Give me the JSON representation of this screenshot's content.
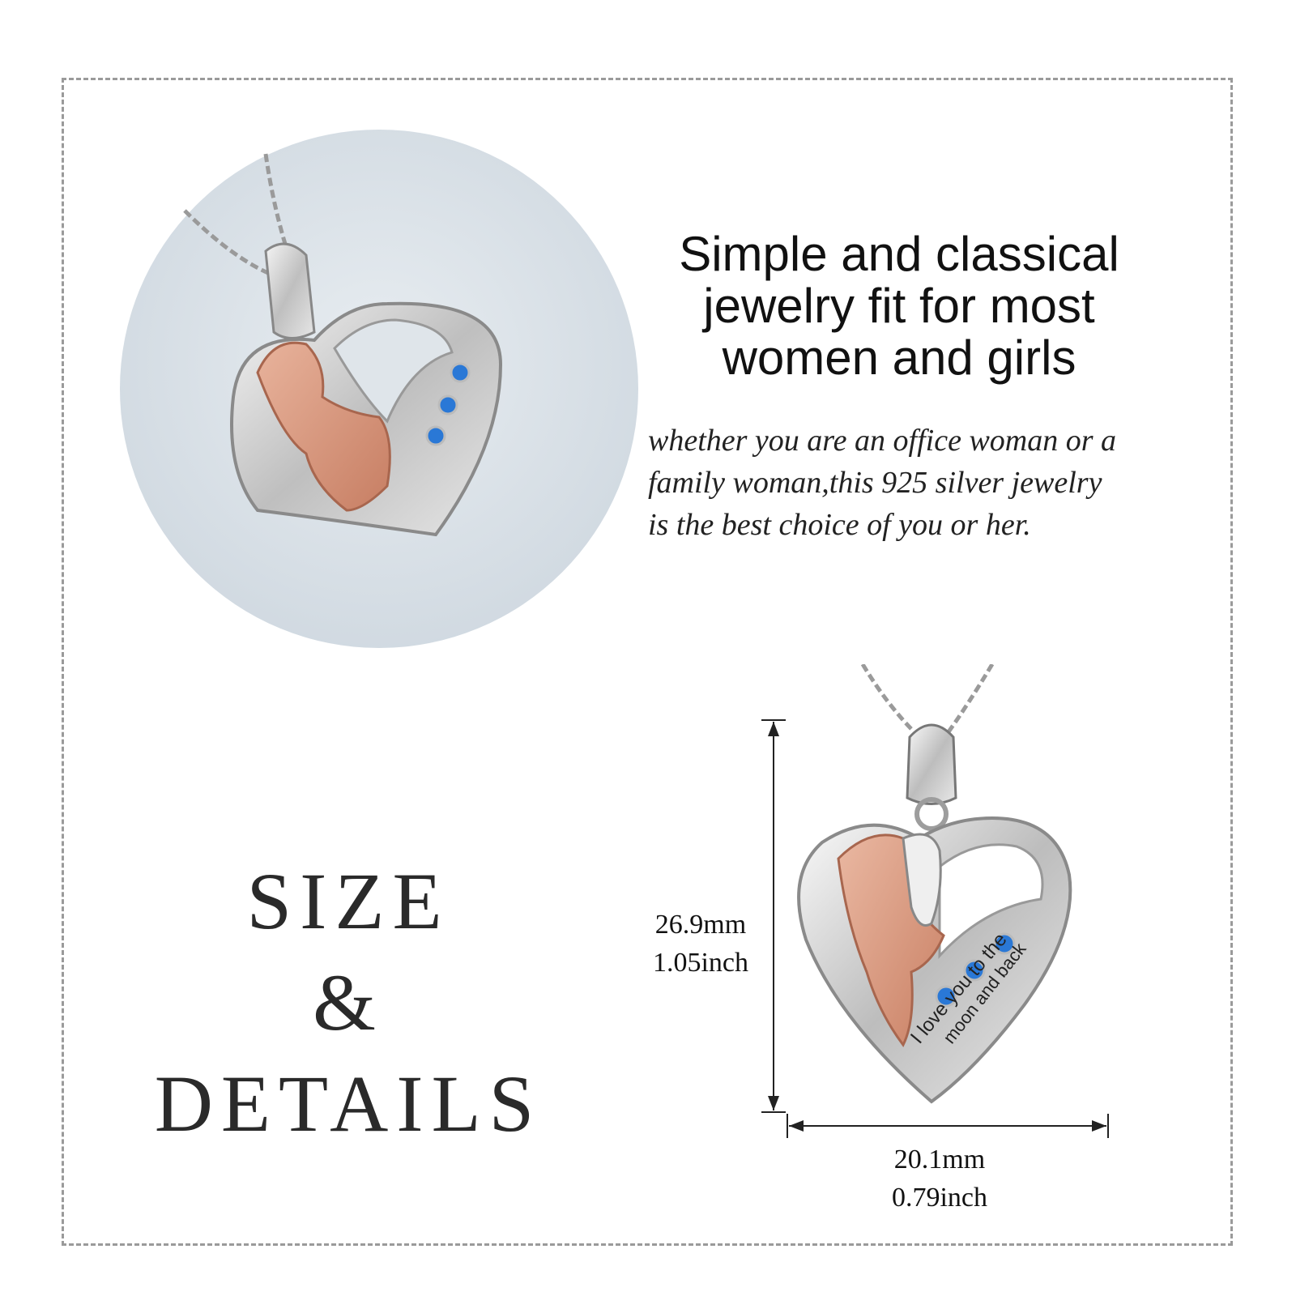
{
  "headline": {
    "line1": "Simple and classical",
    "line2": "jewelry fit for most",
    "line3": "women and girls"
  },
  "description": {
    "line1": "whether you are an office woman or a",
    "line2": "family woman,this 925 silver jewelry",
    "line3": "is the best choice of you or her."
  },
  "size_section": {
    "line1": "SIZE",
    "line2": "&",
    "line3": "DETAILS"
  },
  "dimensions": {
    "height_mm": "26.9mm",
    "height_inch": "1.05inch",
    "width_mm": "20.1mm",
    "width_inch": "0.79inch"
  },
  "pendant": {
    "engraving_line1": "I love you to the",
    "engraving_line2": "moon and back"
  },
  "colors": {
    "silver": "#d9d9d9",
    "rose_gold": "#d99a80",
    "stone_blue": "#2a78d6",
    "photo_background": "#dde4ea"
  }
}
